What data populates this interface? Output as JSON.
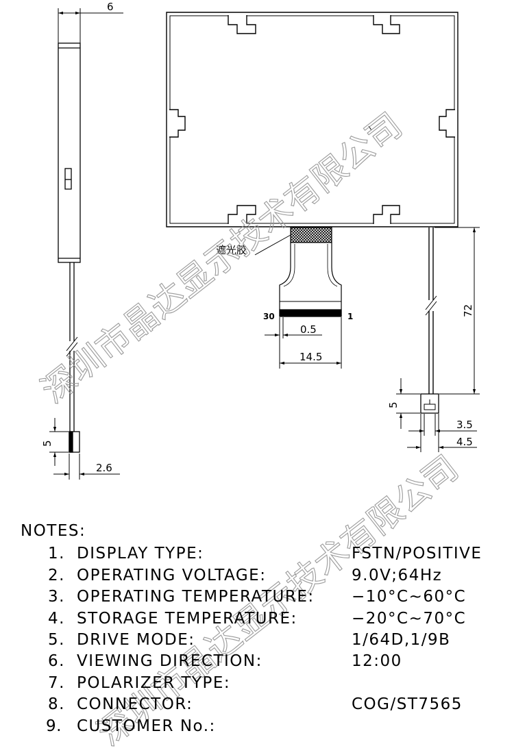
{
  "drawing": {
    "dimensions": {
      "module_thickness": "6",
      "fpc_length": "72",
      "pitch": "0.5",
      "fpc_width": "14.5",
      "connector_height_left": "5",
      "connector_height_right": "5",
      "connector_width": "2.6",
      "pin_width_inner": "3.5",
      "pin_width_outer": "4.5"
    },
    "pin_first": "30",
    "pin_last": "1",
    "shading_label": "遮光胶"
  },
  "watermark": {
    "text": "深圳市晶达显示技术有限公司"
  },
  "notes": {
    "title": "NOTES:",
    "items": [
      {
        "num": "1.",
        "label": "DISPLAY  TYPE:",
        "value": "FSTN/POSITIVE"
      },
      {
        "num": "2.",
        "label": "OPERATING  VOLTAGE:",
        "value": "9.0V;64Hz"
      },
      {
        "num": "3.",
        "label": "OPERATING  TEMPERATURE:",
        "value": "−10°C~60°C"
      },
      {
        "num": "4.",
        "label": "STORAGE  TEMPERATURE:",
        "value": "−20°C~70°C"
      },
      {
        "num": "5.",
        "label": "DRIVE  MODE:",
        "value": "1/64D,1/9B"
      },
      {
        "num": "6.",
        "label": "VIEWING  DIRECTION:",
        "value": "12:00"
      },
      {
        "num": "7.",
        "label": "POLARIZER  TYPE:",
        "value": ""
      },
      {
        "num": "8.",
        "label": "CONNECTOR:",
        "value": "COG/ST7565"
      },
      {
        "num": "9.",
        "label": "CUSTOMER  No.:",
        "value": ""
      }
    ]
  }
}
